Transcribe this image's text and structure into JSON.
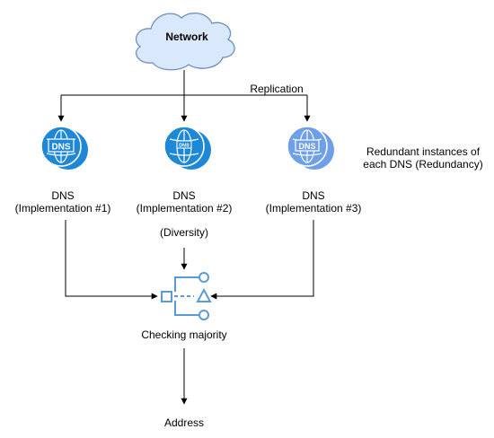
{
  "diagram": {
    "cloud": {
      "label": "Network"
    },
    "edge_labels": {
      "replication": "Replication"
    },
    "dns_nodes": [
      {
        "id": "dns1",
        "icon": "dns-globe-icon",
        "line1": "DNS",
        "line2": "(Implementation #1)",
        "color": "#1f88d6"
      },
      {
        "id": "dns2",
        "icon": "dns-globe-icon",
        "line1": "DNS",
        "line2": "(Implementation #2)",
        "color": "#1f88d6"
      },
      {
        "id": "dns3",
        "icon": "dns-globe-icon",
        "line1": "DNS",
        "line2": "(Implementation #3)",
        "color": "#6f9fe6"
      }
    ],
    "diversity_label": "(Diversity)",
    "redundancy_note": {
      "line1": "Redundant instances of",
      "line2": "each DNS (Redundancy)"
    },
    "majority": {
      "icon": "majority-voter-icon",
      "label": "Checking majority",
      "color": "#5b9bd5"
    },
    "output": {
      "label": "Address"
    },
    "colors": {
      "cloud_fill": "#dae8fc",
      "cloud_stroke": "#6c8ebf",
      "edge": "#000000"
    }
  }
}
